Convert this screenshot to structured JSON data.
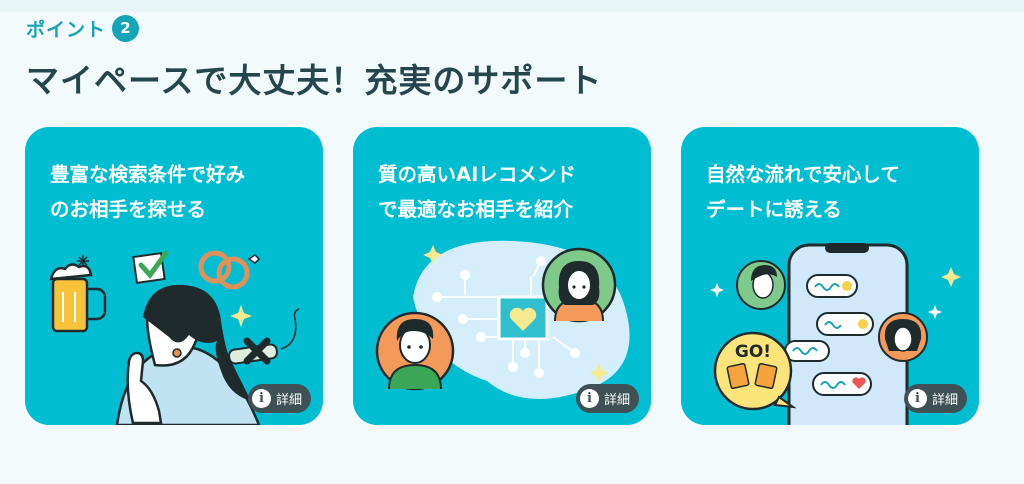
{
  "section": {
    "point_label": "ポイント",
    "point_number": "2",
    "title": "マイペースで大丈夫！充実のサポート"
  },
  "cards": [
    {
      "line1": "豊富な検索条件で好み",
      "line2": "のお相手を探せる",
      "button_label": "詳細"
    },
    {
      "line1": "質の高いAIレコメンド",
      "line2": "で最適なお相手を紹介",
      "button_label": "詳細"
    },
    {
      "line1": "自然な流れで安心して",
      "line2": "デートに誘える",
      "button_label": "詳細"
    }
  ],
  "illustrations": {
    "chat_go_label": "GO!"
  },
  "icons": {
    "info": "info-icon",
    "beer": "beer-mug-icon",
    "check": "checkmark-icon",
    "rings": "rings-icon",
    "cross": "cross-icon",
    "heart": "heart-icon",
    "phone": "smartphone-icon"
  },
  "colors": {
    "accent": "#14a3b7",
    "card_bg": "#00bdd1",
    "title": "#23474d",
    "button_bg": "#3f5154",
    "page_bg": "#f2fafb"
  }
}
